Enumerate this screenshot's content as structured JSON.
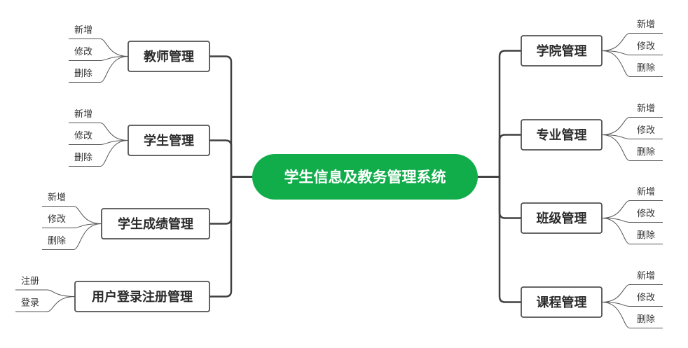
{
  "root": {
    "label": "学生信息及教务管理系统",
    "color": "#11ad4b"
  },
  "left_branches": [
    {
      "label": "教师管理",
      "children": [
        "新增",
        "修改",
        "删除"
      ]
    },
    {
      "label": "学生管理",
      "children": [
        "新增",
        "修改",
        "删除"
      ]
    },
    {
      "label": "学生成绩管理",
      "children": [
        "新增",
        "修改",
        "删除"
      ]
    },
    {
      "label": "用户登录注册管理",
      "children": [
        "注册",
        "登录"
      ]
    }
  ],
  "right_branches": [
    {
      "label": "学院管理",
      "children": [
        "新增",
        "修改",
        "删除"
      ]
    },
    {
      "label": "专业管理",
      "children": [
        "新增",
        "修改",
        "删除"
      ]
    },
    {
      "label": "班级管理",
      "children": [
        "新增",
        "修改",
        "删除"
      ]
    },
    {
      "label": "课程管理",
      "children": [
        "新增",
        "修改",
        "删除"
      ]
    }
  ]
}
